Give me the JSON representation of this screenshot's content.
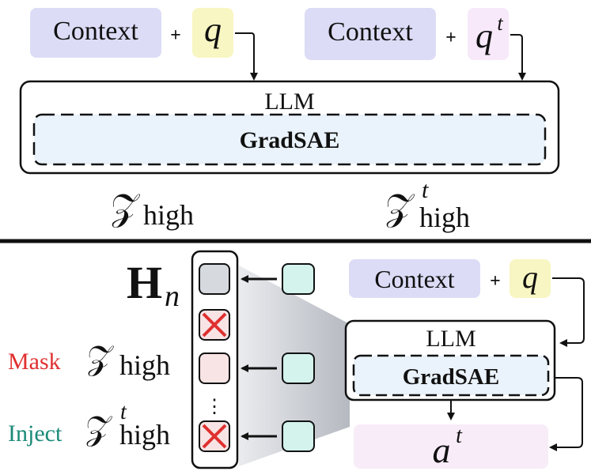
{
  "top": {
    "left_query": {
      "context_label": "Context",
      "plus": "+",
      "query_symbol": "q"
    },
    "right_query": {
      "context_label": "Context",
      "plus": "+",
      "query_symbol": "q",
      "query_superscript": "t"
    },
    "llm_label": "LLM",
    "gradsae_label": "GradSAE",
    "z_left": {
      "symbol": "𝒵",
      "subscript": "high"
    },
    "z_right": {
      "symbol": "𝒵",
      "subscript": "high",
      "superscript": "t"
    }
  },
  "bottom": {
    "hidden_state": {
      "symbol": "H",
      "subscript": "n"
    },
    "mask": {
      "word": "Mask",
      "symbol": "𝒵",
      "subscript": "high"
    },
    "inject": {
      "word": "Inject",
      "symbol": "𝒵",
      "subscript": "high",
      "superscript": "t"
    },
    "cross_mark": "✗",
    "ellipsis": "⋮",
    "query": {
      "context_label": "Context",
      "plus": "+",
      "query_symbol": "q"
    },
    "llm_label": "LLM",
    "gradsae_label": "GradSAE",
    "output": {
      "symbol": "a",
      "superscript": "t"
    }
  },
  "colors": {
    "context_fill": "#dcdcf7",
    "query_fill": "#f8f6c2",
    "query_t_fill": "#f7e8fa",
    "gradsae_fill": "#eaf2fb",
    "token_gray": "#d6d9de",
    "token_pink": "#f8e4e4",
    "token_teal": "#d3f3ec",
    "mask_red": "#e03030",
    "inject_teal": "#1a8a78",
    "output_fill": "#f8ecf8"
  }
}
